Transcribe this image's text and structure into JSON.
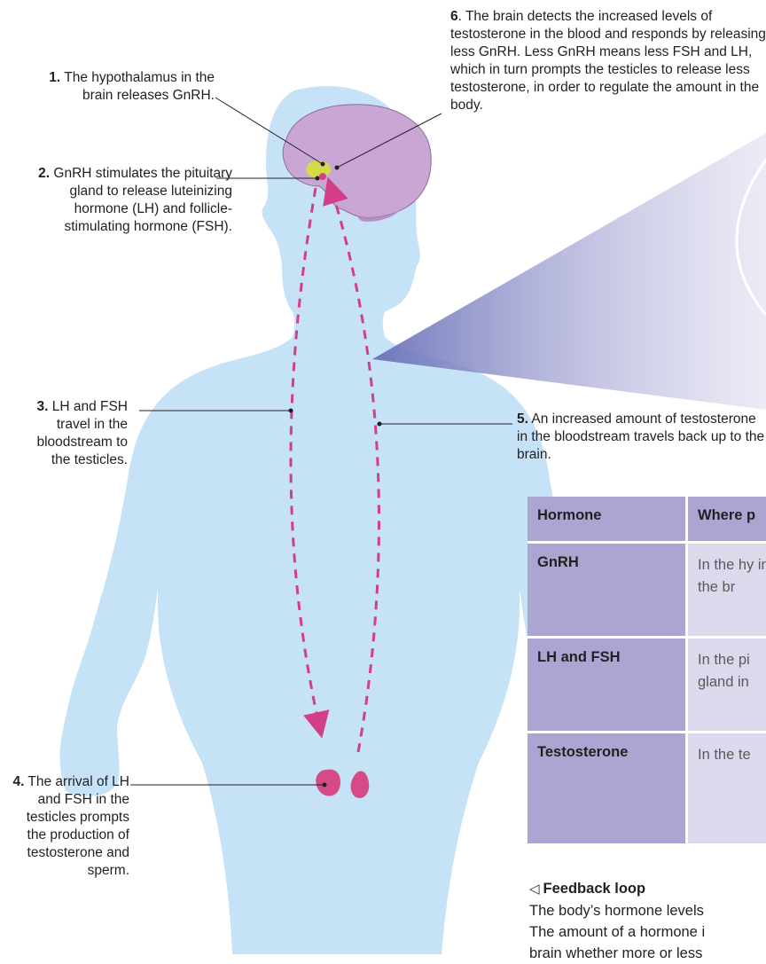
{
  "labels": {
    "step1": {
      "num": "1.",
      "text": "The hypothalamus in the brain releases GnRH."
    },
    "step2": {
      "num": "2.",
      "text": "GnRH stimulates the pituitary gland to release luteinizing hormone (LH) and follicle-stimulating hormone (FSH)."
    },
    "step3": {
      "num": "3.",
      "text": "LH and FSH travel in the bloodstream to the testicles."
    },
    "step4": {
      "num": "4.",
      "text": "The arrival of LH and FSH in the testicles prompts the production of testosterone and sperm."
    },
    "step5": {
      "num": "5.",
      "text": "An increased amount of testosterone in the bloodstream travels back up to the brain."
    },
    "step6": {
      "num": "6",
      "text": ". The brain detects the increased levels of testosterone in the blood and responds by releasing less GnRH. Less GnRH means less FSH and LH, which in turn prompts the testicles to release less testosterone, in order to regulate the amount in the body."
    }
  },
  "table": {
    "headers": {
      "hormone": "Hormone",
      "where": "Where p"
    },
    "rows": [
      {
        "hormone": "GnRH",
        "where": "In the hy in the br"
      },
      {
        "hormone": "LH and FSH",
        "where": "In the pi gland in"
      },
      {
        "hormone": "Testosterone",
        "where": "In the te"
      }
    ]
  },
  "caption": {
    "icon": "triangle-left-icon",
    "title": "Feedback loop",
    "line1": "The body’s hormone levels",
    "line2": "The amount of a hormone i",
    "line3": "brain whether more or less"
  },
  "colors": {
    "body": "#c6e2f7",
    "brain": "#c9a6d3",
    "hypothalamus": "#d3dc48",
    "arrow": "#d33f86",
    "testicles": "#d64a86",
    "table_header": "#aaa6d1",
    "table_cell": "#dcd9ec"
  }
}
